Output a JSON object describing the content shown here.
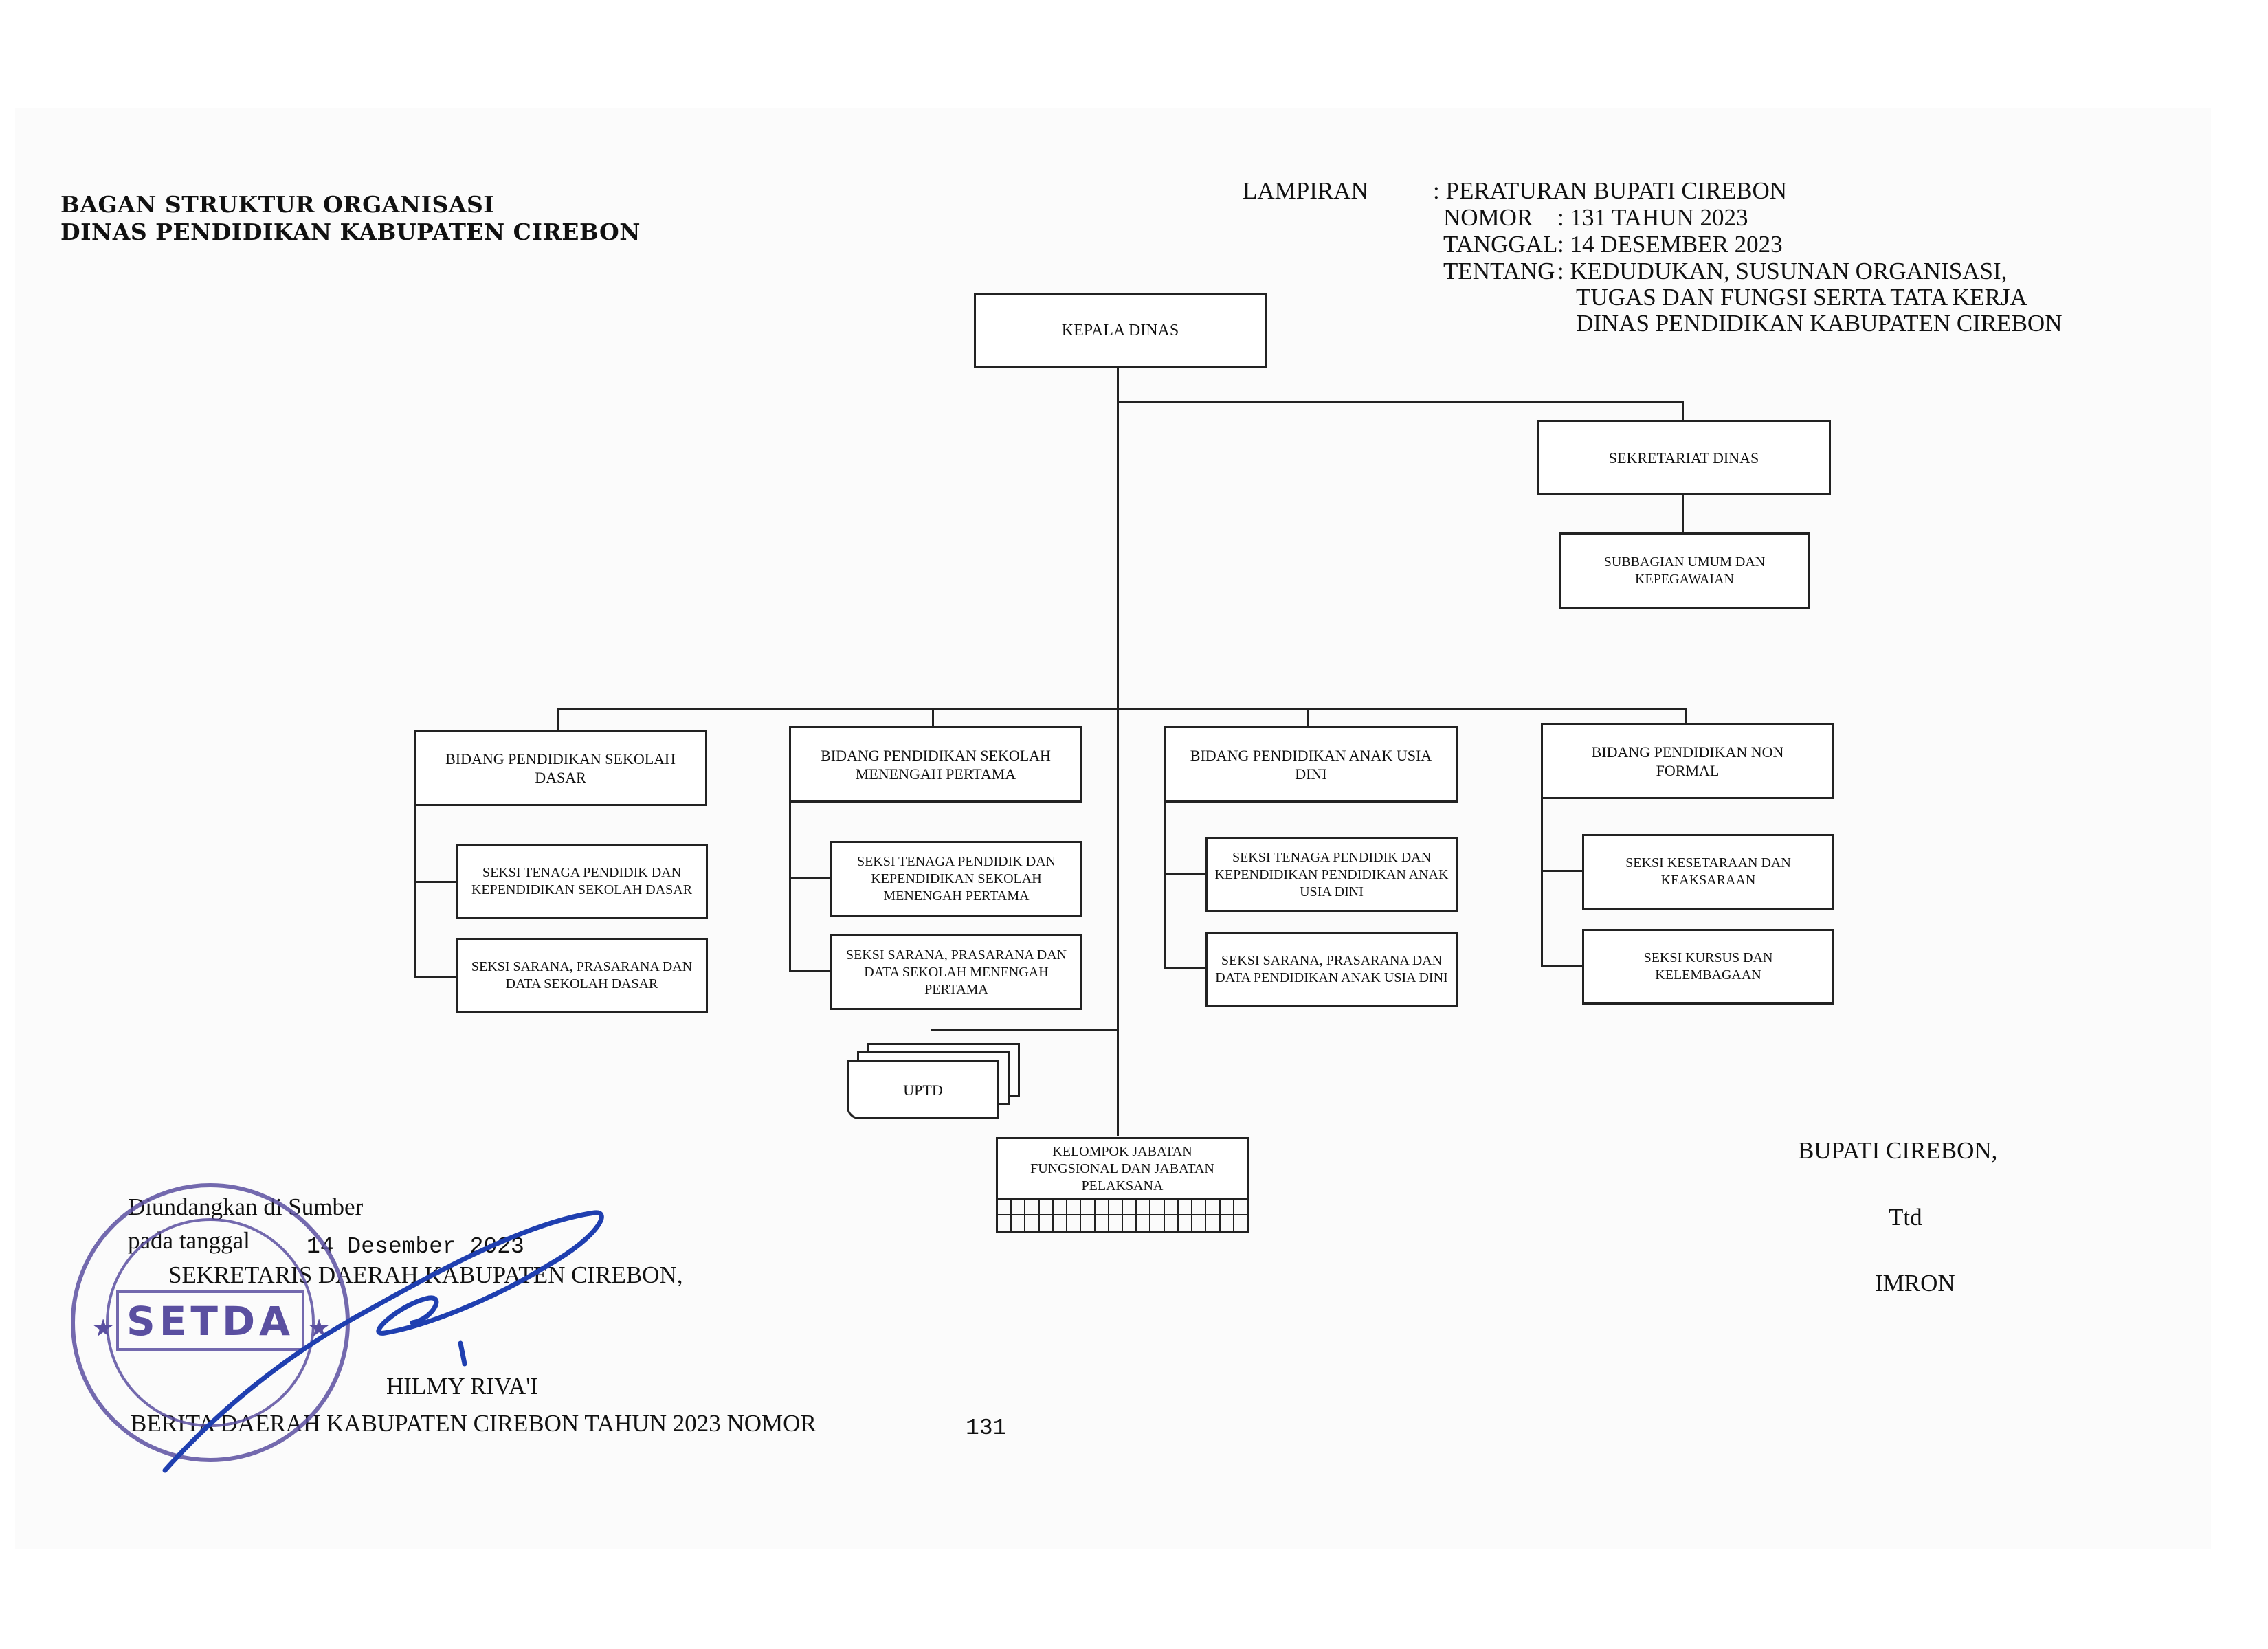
{
  "header": {
    "title_line1": "BAGAN STRUKTUR ORGANISASI",
    "title_line2": "DINAS PENDIDIKAN KABUPATEN CIREBON",
    "lampiran_label": "LAMPIRAN",
    "lampiran_value": ": PERATURAN BUPATI CIREBON",
    "nomor_label": "NOMOR",
    "nomor_value": ": 131 TAHUN 2023",
    "tanggal_label": "TANGGAL",
    "tanggal_value": ": 14 DESEMBER 2023",
    "tentang_label": "TENTANG",
    "tentang_value": ": KEDUDUKAN, SUSUNAN ORGANISASI,",
    "tentang_line2": "TUGAS DAN FUNGSI SERTA TATA KERJA",
    "tentang_line3": "DINAS PENDIDIKAN KABUPATEN CIREBON"
  },
  "chart": {
    "kepala": "KEPALA DINAS",
    "sekretariat": "SEKRETARIAT DINAS",
    "subbagian": "SUBBAGIAN UMUM DAN KEPEGAWAIAN",
    "bidang": [
      {
        "name": "BIDANG PENDIDIKAN SEKOLAH DASAR",
        "seksi": [
          "SEKSI TENAGA PENDIDIK DAN KEPENDIDIKAN SEKOLAH DASAR",
          "SEKSI SARANA, PRASARANA DAN DATA SEKOLAH DASAR"
        ]
      },
      {
        "name": "BIDANG PENDIDIKAN SEKOLAH MENENGAH PERTAMA",
        "seksi": [
          "SEKSI TENAGA PENDIDIK DAN KEPENDIDIKAN SEKOLAH MENENGAH PERTAMA",
          "SEKSI SARANA, PRASARANA DAN DATA SEKOLAH MENENGAH PERTAMA"
        ]
      },
      {
        "name": "BIDANG PENDIDIKAN ANAK USIA DINI",
        "seksi": [
          "SEKSI TENAGA PENDIDIK DAN KEPENDIDIKAN PENDIDIKAN ANAK USIA DINI",
          "SEKSI SARANA, PRASARANA DAN DATA PENDIDIKAN ANAK USIA DINI"
        ]
      },
      {
        "name": "BIDANG PENDIDIKAN NON FORMAL",
        "seksi": [
          "SEKSI KESETARAAN DAN KEAKSARAAN",
          "SEKSI KURSUS DAN KELEMBAGAAN"
        ]
      }
    ],
    "uptd": "UPTD",
    "kelompok": "KELOMPOK JABATAN FUNGSIONAL DAN JABATAN PELAKSANA"
  },
  "signature_left": {
    "line1": "Diundangkan di Sumber",
    "line2_label": "pada tanggal",
    "line2_date": "14 Desember 2023",
    "line3": "SEKRETARIS DAERAH KABUPATEN CIREBON,",
    "name": "HILMY RIVA'I",
    "stamp_text": "SETDA",
    "berita": "BERITA DAERAH KABUPATEN CIREBON TAHUN 2023 NOMOR",
    "berita_number": "131"
  },
  "signature_right": {
    "line1": "BUPATI CIREBON,",
    "line2": "Ttd",
    "name": "IMRON"
  },
  "colors": {
    "stamp": "#5a4fa0",
    "signature_ink": "#1f3fb0"
  }
}
